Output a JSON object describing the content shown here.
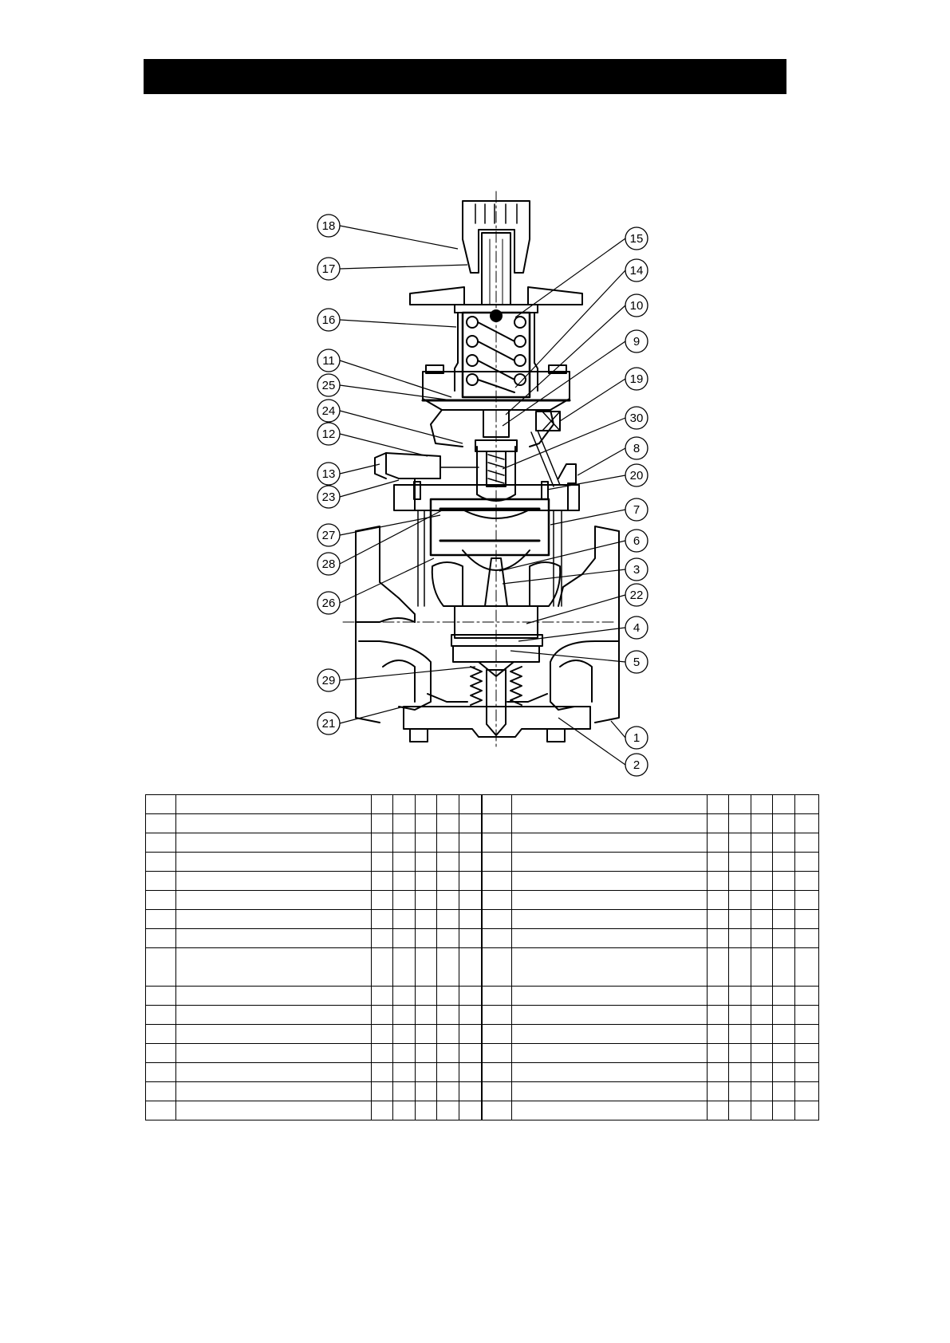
{
  "header": {
    "title": ""
  },
  "drawing": {
    "callouts": [
      {
        "id": "18",
        "label": "18"
      },
      {
        "id": "17",
        "label": "17"
      },
      {
        "id": "16",
        "label": "16"
      },
      {
        "id": "11",
        "label": "11"
      },
      {
        "id": "25",
        "label": "25"
      },
      {
        "id": "24",
        "label": "24"
      },
      {
        "id": "12",
        "label": "12"
      },
      {
        "id": "13",
        "label": "13"
      },
      {
        "id": "23",
        "label": "23"
      },
      {
        "id": "27",
        "label": "27"
      },
      {
        "id": "28",
        "label": "28"
      },
      {
        "id": "26",
        "label": "26"
      },
      {
        "id": "29",
        "label": "29"
      },
      {
        "id": "21",
        "label": "21"
      },
      {
        "id": "15",
        "label": "15"
      },
      {
        "id": "14",
        "label": "14"
      },
      {
        "id": "10",
        "label": "10"
      },
      {
        "id": "9",
        "label": "9"
      },
      {
        "id": "19",
        "label": "19"
      },
      {
        "id": "30",
        "label": "30"
      },
      {
        "id": "8",
        "label": "8"
      },
      {
        "id": "20",
        "label": "20"
      },
      {
        "id": "7",
        "label": "7"
      },
      {
        "id": "6",
        "label": "6"
      },
      {
        "id": "3",
        "label": "3"
      },
      {
        "id": "22",
        "label": "22"
      },
      {
        "id": "4",
        "label": "4"
      },
      {
        "id": "5",
        "label": "5"
      },
      {
        "id": "1",
        "label": "1"
      },
      {
        "id": "2",
        "label": "2"
      }
    ]
  },
  "parts_table": {
    "row_count": 16,
    "tall_row_index": 8
  }
}
